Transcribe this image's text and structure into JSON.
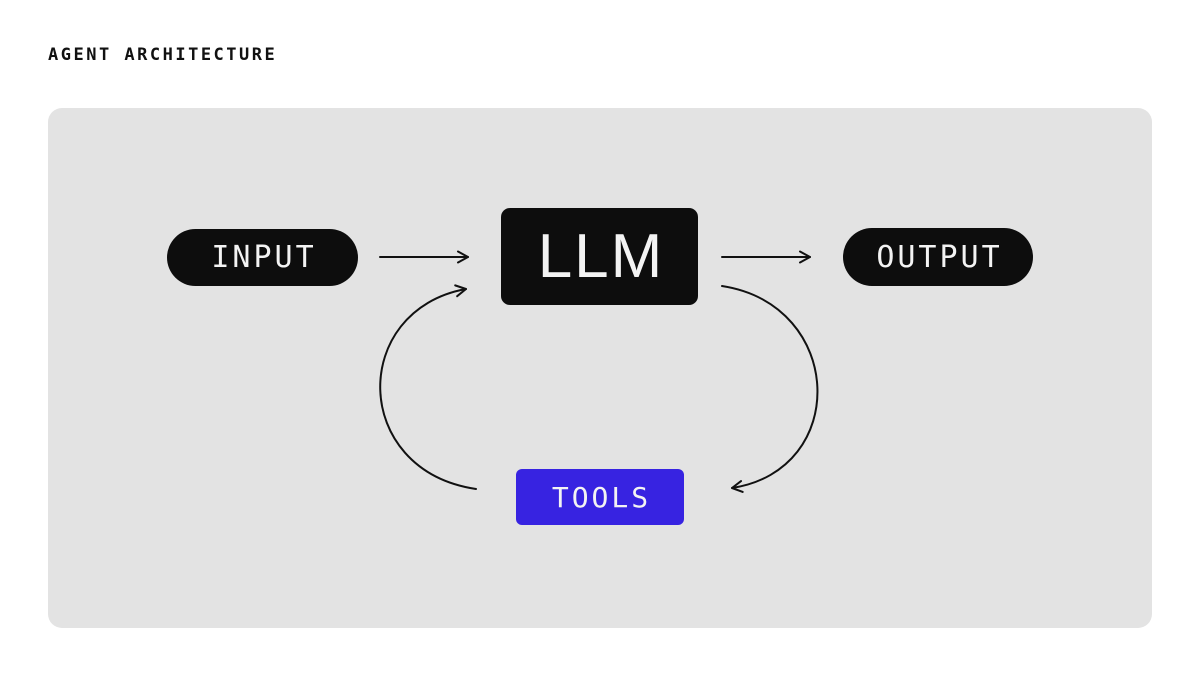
{
  "title": "AGENT ARCHITECTURE",
  "nodes": {
    "input": {
      "label": "INPUT"
    },
    "llm": {
      "label": "LLM"
    },
    "output": {
      "label": "OUTPUT"
    },
    "tools": {
      "label": "TOOLS"
    }
  },
  "arrows": {
    "input_to_llm": "input to llm",
    "llm_to_output": "llm to output",
    "tools_to_llm": "tools to llm loop",
    "llm_to_tools": "llm to tools loop"
  },
  "colors": {
    "canvas_bg": "#e3e3e3",
    "node_black": "#0d0d0d",
    "tools_blue": "#3723e1",
    "text_light": "#f3f3f3",
    "arrow": "#111111",
    "page_bg": "#ffffff",
    "title_color": "#111111"
  }
}
